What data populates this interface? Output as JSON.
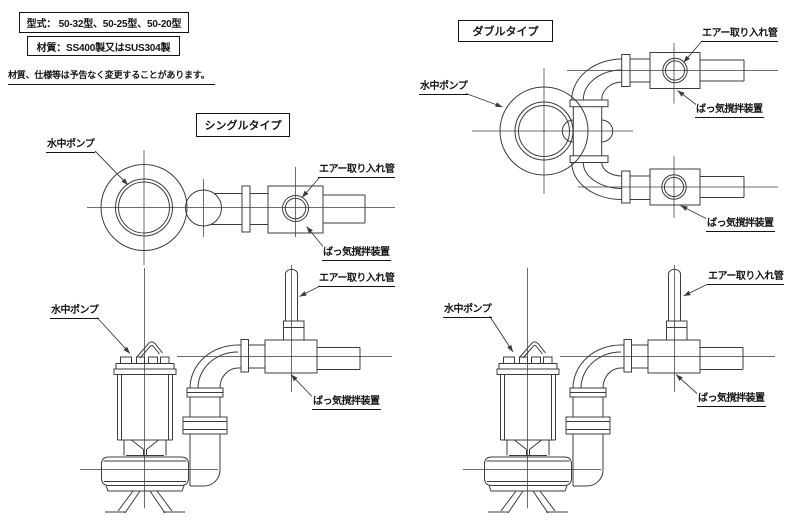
{
  "palette": {
    "background": "#ffffff",
    "line": "#3c3c3c",
    "text": "#141414"
  },
  "header": {
    "model": "型式： 50-32型、50-25型、50-20型",
    "material": "材質：SS400製又はSUS304製",
    "note": "材質、仕様等は予告なく変更することがあります。"
  },
  "sections": {
    "single": "シングルタイプ",
    "double": "ダブルタイプ"
  },
  "callouts": {
    "pump": "水中ポンプ",
    "air_intake": "エアー取り入れ管",
    "aerator": "ばっ気撹拌装置"
  }
}
